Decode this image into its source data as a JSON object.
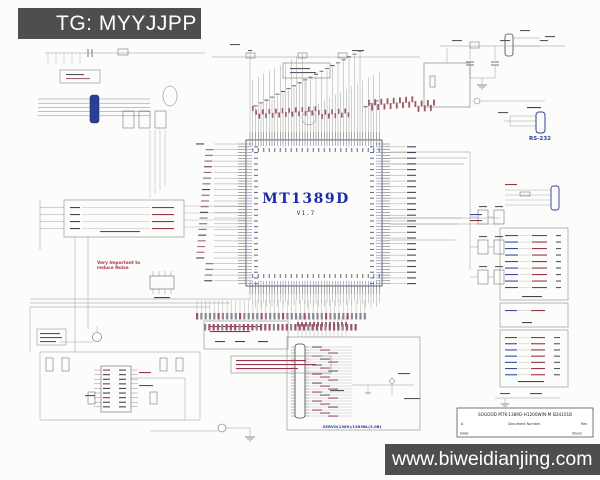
{
  "banners": {
    "top": "TG: MYYJJPP",
    "bottom": "www.biweidianjing.com"
  },
  "chip": {
    "name": "MT1389D",
    "version": "V1.7"
  },
  "labels": {
    "rs232": "RS-232",
    "note_line1": "Very Important to",
    "note_line2": "reduce Noise",
    "servo": "SERVO(1389)/1389BL(3.0B)"
  },
  "title_block": {
    "line1": "SOGOOD MTK-1389D-H1200W/N-M SD4101B",
    "size_label": "A",
    "doc_label": "Document Number",
    "rev_label": "Rev",
    "date_label": "Date:",
    "sheet_label": "Sheet"
  },
  "colors": {
    "banner_bg": "#4e4e4e",
    "chip_text": "#1b2aa6",
    "warning_red": "#b03448",
    "connector_navy": "#2c3f96",
    "wire_gray": "#8a8a8a"
  }
}
